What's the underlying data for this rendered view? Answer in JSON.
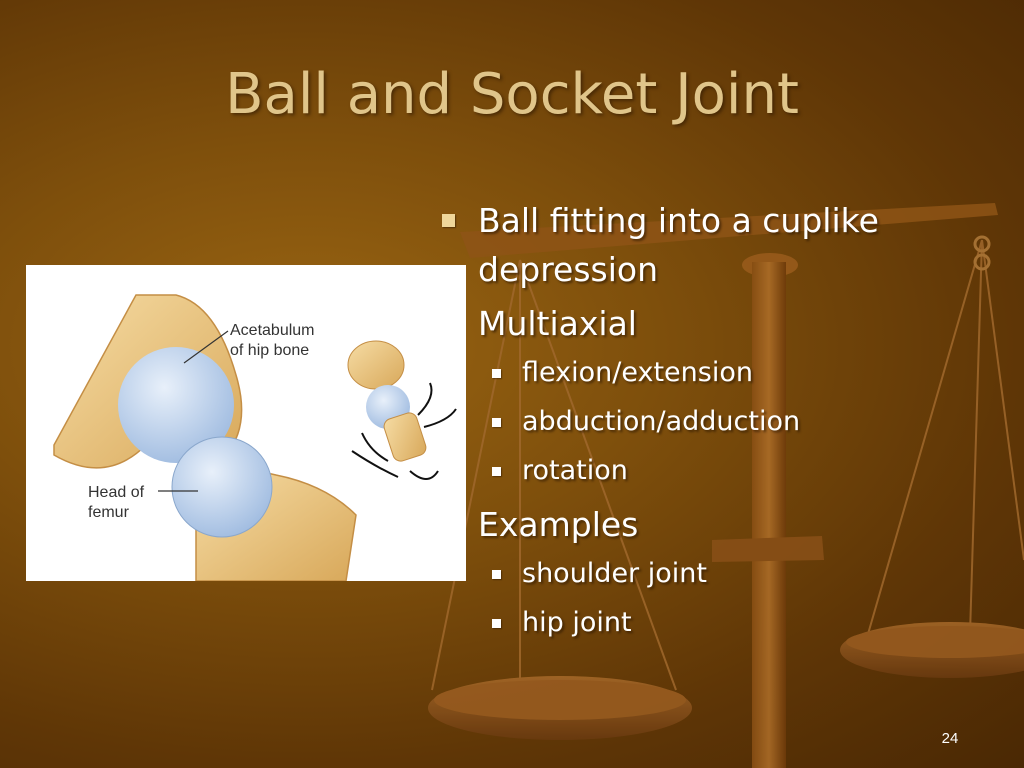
{
  "slide": {
    "title": "Ball and Socket Joint",
    "page_number": "24"
  },
  "bullets": {
    "b1_line1": "Ball fitting into a cuplike",
    "b1_line2": "depression",
    "multiaxial": "Multiaxial",
    "movements": [
      "flexion/extension",
      "abduction/adduction",
      "rotation"
    ],
    "examples_heading": "Examples",
    "examples": [
      "shoulder joint",
      "hip joint"
    ]
  },
  "figure": {
    "label_acetabulum_1": "Acetabulum",
    "label_acetabulum_2": "of hip bone",
    "label_head_1": "Head of",
    "label_head_2": "femur"
  },
  "colors": {
    "background": "#7e4f0c",
    "title": "#e0c58a",
    "bone": "#e9c27d",
    "cartilage": "#bcd2ec"
  },
  "icons": {
    "scale_background": "balance-scale-icon",
    "movement_arrows": "rotation-arrows-icon"
  }
}
